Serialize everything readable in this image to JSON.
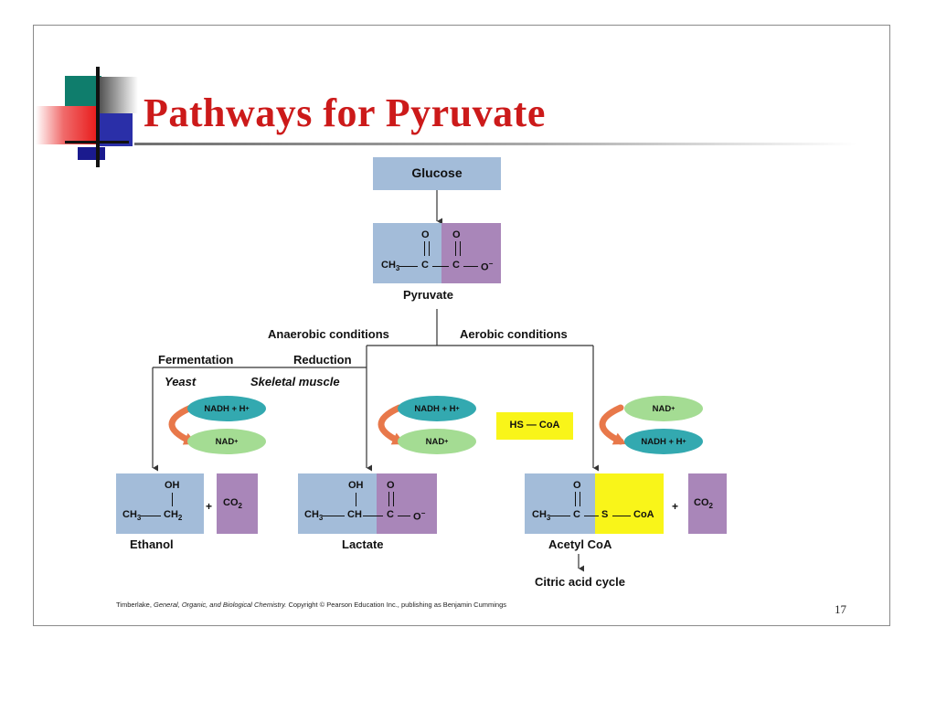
{
  "slide": {
    "title": "Pathways for Pyruvate",
    "page_number": "17",
    "footer": {
      "author": "Timberlake,",
      "book": "General, Organic, and Biological Chemistry.",
      "copyright": "Copyright © Pearson Education Inc., publishing as Benjamin Cummings"
    }
  },
  "diagram": {
    "glucose": "Glucose",
    "pyruvate": {
      "label": "Pyruvate",
      "o1": "O",
      "o2": "O",
      "ch3": "CH",
      "ch3_sub": "3",
      "c1": "C",
      "c2": "C",
      "ominus": "O",
      "ominus_sup": "−"
    },
    "anaerobic": "Anaerobic conditions",
    "aerobic": "Aerobic conditions",
    "fermentation": "Fermentation",
    "reduction": "Reduction",
    "yeast": "Yeast",
    "skeletal": "Skeletal muscle",
    "nadh": "NADH + H",
    "nadh_sup": "+",
    "nad": "NAD",
    "nad_sup": "+",
    "hscoa": "HS — CoA",
    "plus": "+",
    "co2": "CO",
    "co2_sub": "2",
    "ethanol": {
      "label": "Ethanol",
      "oh": "OH",
      "ch3": "CH",
      "ch3_sub": "3",
      "ch2": "CH",
      "ch2_sub": "2"
    },
    "lactate": {
      "label": "Lactate",
      "oh": "OH",
      "o": "O",
      "ch3": "CH",
      "ch3_sub": "3",
      "ch": "CH",
      "c": "C",
      "ominus": "O",
      "ominus_sup": "−"
    },
    "acetylcoa": {
      "label": "Acetyl CoA",
      "o": "O",
      "ch3": "CH",
      "ch3_sub": "3",
      "c": "C",
      "s": "S",
      "coa": "CoA"
    },
    "citric": "Citric acid cycle"
  },
  "colors": {
    "title": "#cc1a1a",
    "blue_box": "#a3bcd9",
    "purple_box": "#a986b9",
    "yellow_box": "#f9f519",
    "teal_oval": "#33a9b0",
    "green_oval": "#a4dc93",
    "arrow_orange": "#e8784a"
  }
}
